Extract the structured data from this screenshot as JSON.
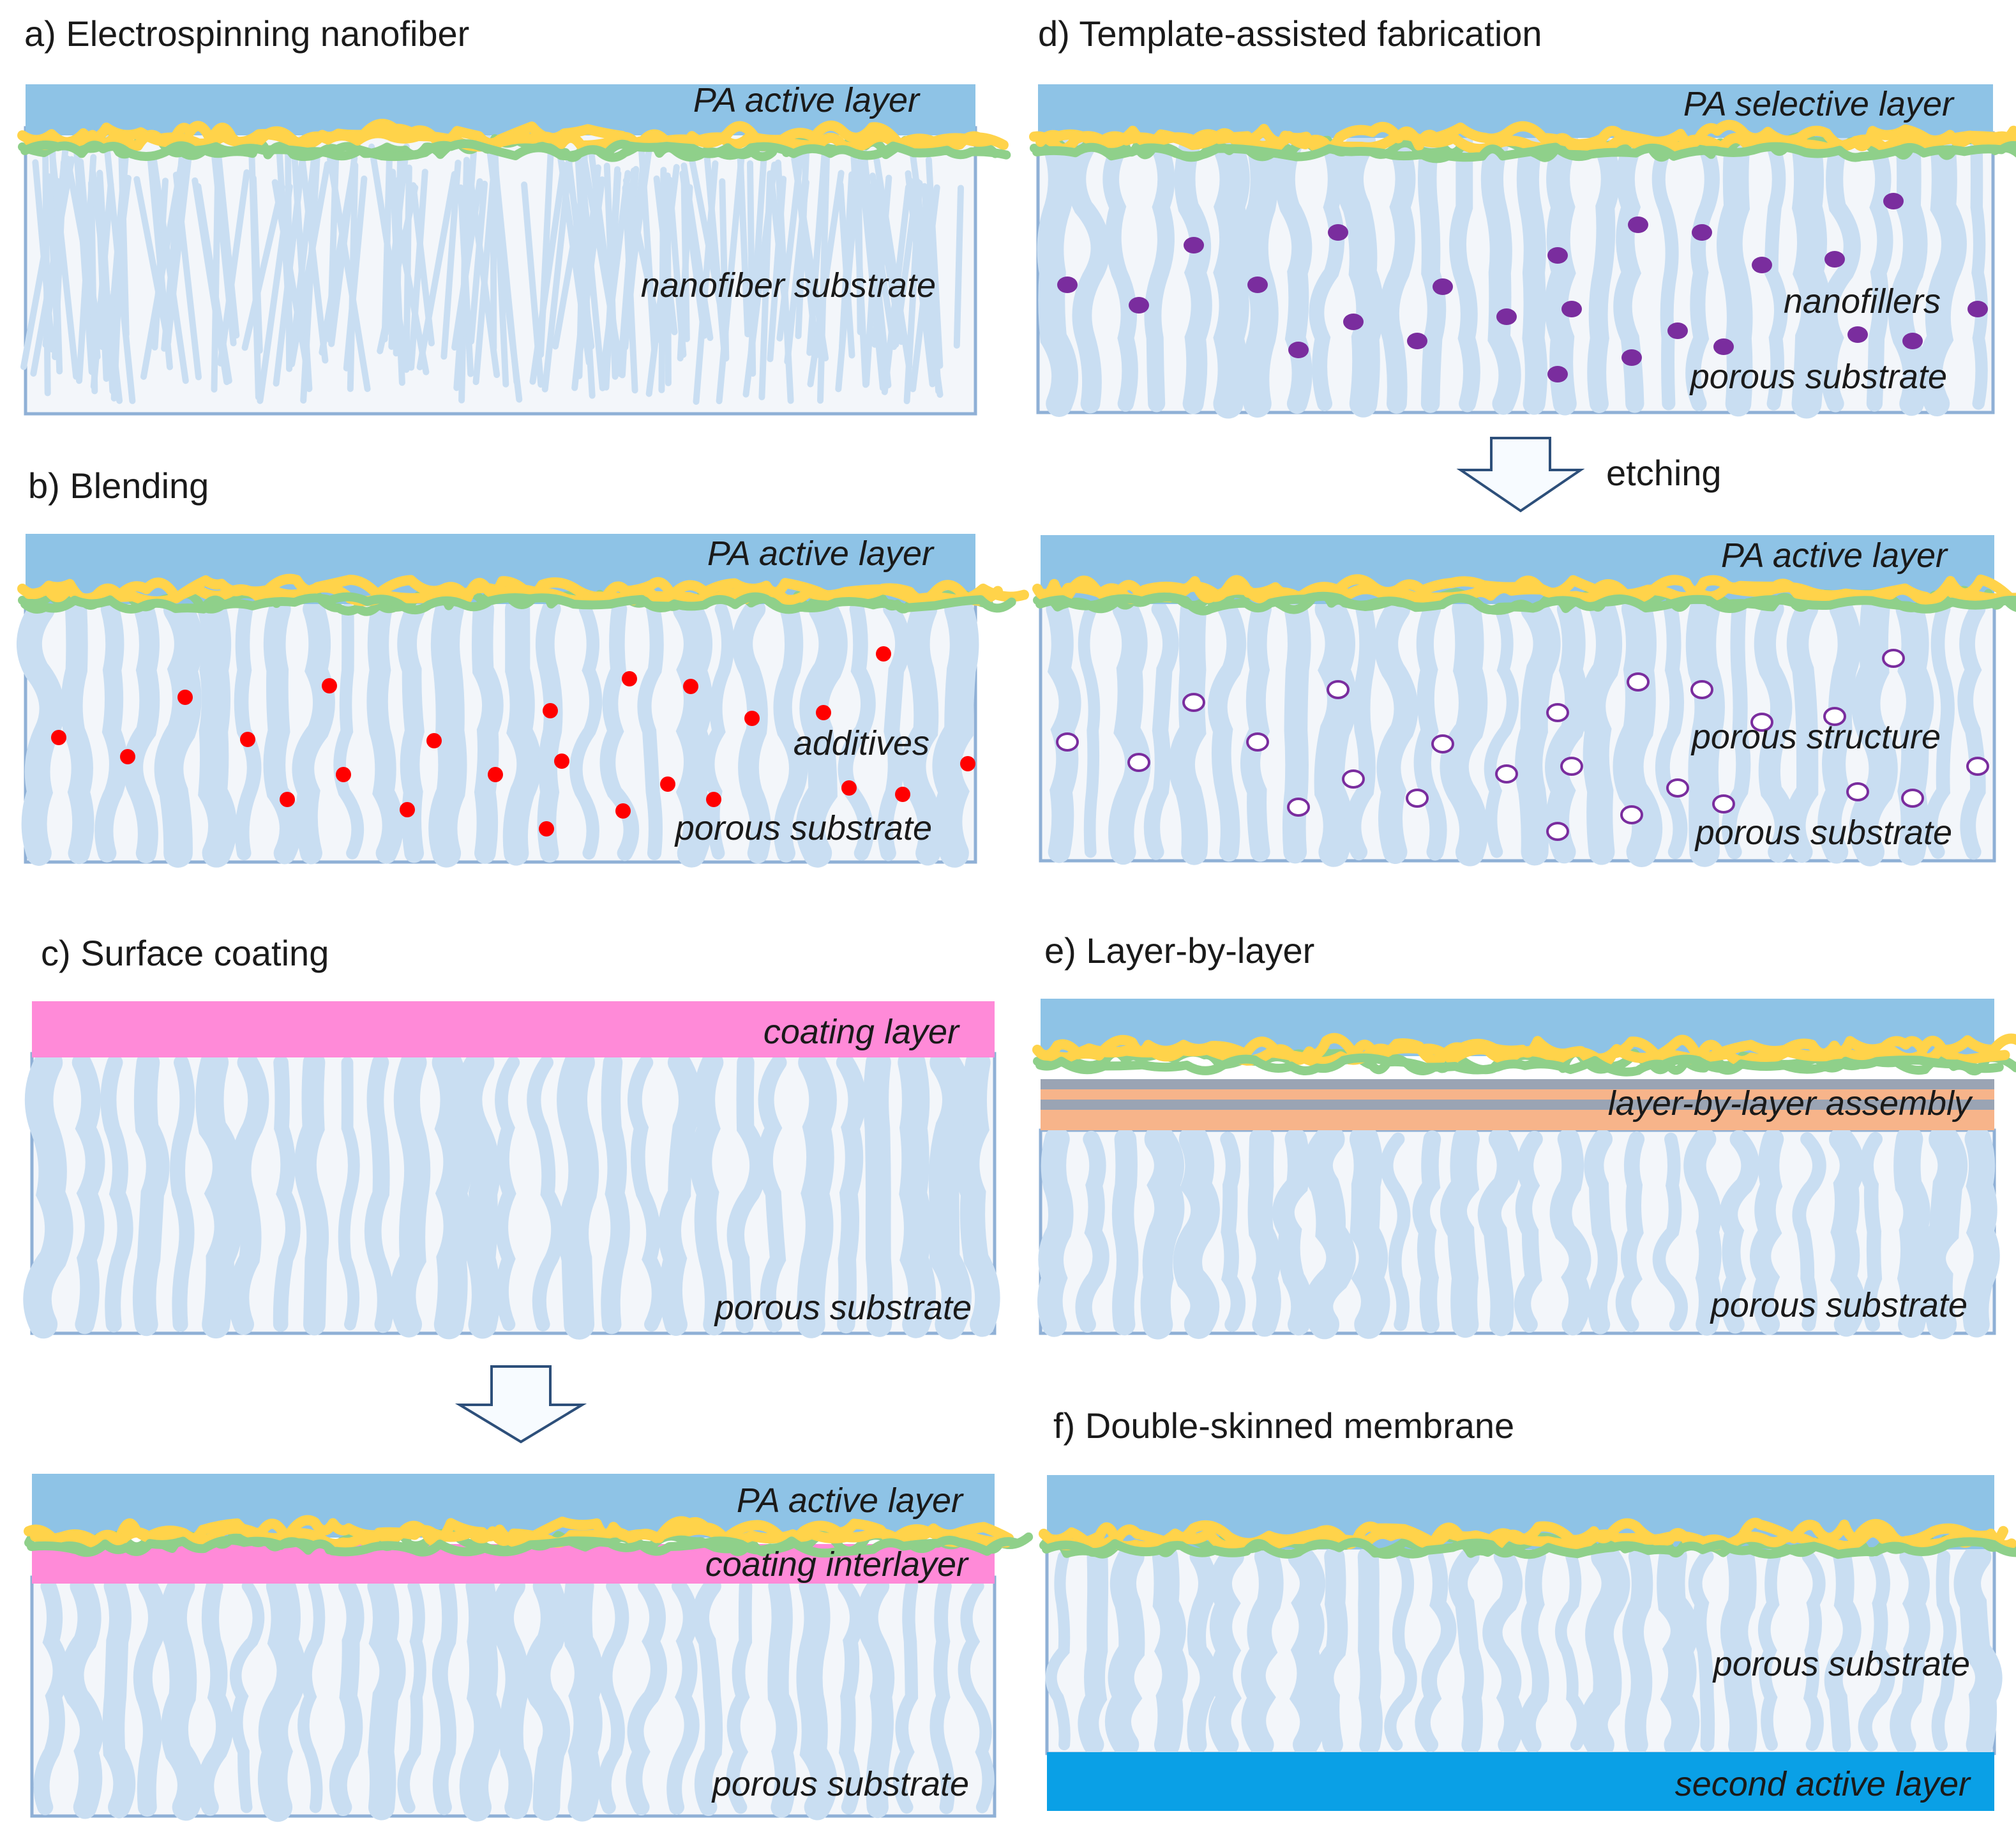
{
  "panels": {
    "a": {
      "title": "a) Electrospinning nanofiber",
      "top_label": "PA active layer",
      "substrate_label": "nanofiber substrate"
    },
    "b": {
      "title": "b) Blending",
      "top_label": "PA active layer",
      "additives_label": "additives",
      "substrate_label": "porous substrate"
    },
    "c": {
      "title": "c) Surface coating",
      "coating_label": "coating layer",
      "substrate_label": "porous substrate",
      "result_top_label": "PA active layer",
      "result_interlayer_label": "coating interlayer",
      "result_substrate_label": "porous substrate"
    },
    "d": {
      "title": "d) Template-assisted fabrication",
      "top_label": "PA selective layer",
      "fillers_label": "nanofillers",
      "substrate_label": "porous substrate",
      "arrow_label": "etching",
      "result_top_label": "PA active layer",
      "result_structure_label": "porous structure",
      "result_substrate_label": "porous substrate"
    },
    "e": {
      "title": "e) Layer-by-layer",
      "assembly_label": "layer-by-layer assembly",
      "substrate_label": "porous substrate"
    },
    "f": {
      "title": "f) Double-skinned membrane",
      "substrate_label": "porous substrate",
      "second_label": "second active layer"
    }
  },
  "colors": {
    "active_layer": "#8ec3e6",
    "substrate": "#f3f6fa",
    "pores": "#c9def2",
    "polyamide_yellow": "#ffd34a",
    "polyamide_green": "#8fd08a",
    "coating": "#ff8ad8",
    "additives": "#ff0000",
    "nanofillers": "#7a2d9e",
    "lbl_grey": "#9aa4b4",
    "lbl_orange": "#f7b48a",
    "second_active_layer": "#0aa0e6"
  }
}
